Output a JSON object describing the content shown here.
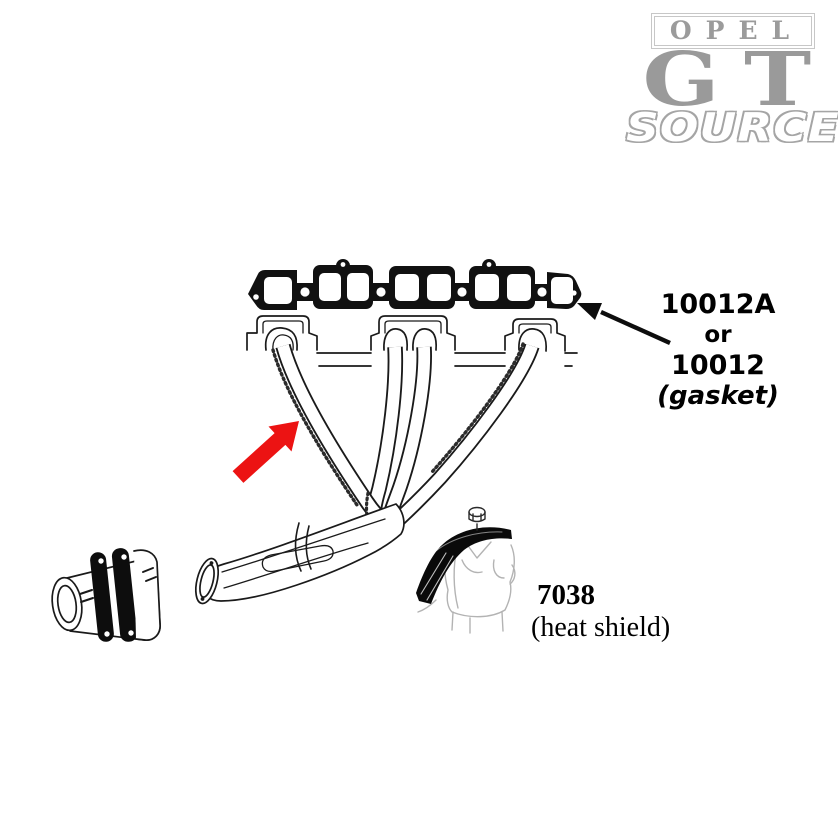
{
  "brand": {
    "line1": "OPEL",
    "line2": "GT",
    "line3": "SOURCE",
    "color": "#9b9b9b"
  },
  "callouts": {
    "gasket": {
      "part_number_a": "10012A",
      "conjunction": "or",
      "part_number_b": "10012",
      "label": "(gasket)"
    },
    "heat_shield": {
      "part_number": "7038",
      "label": "(heat shield)"
    }
  },
  "colors": {
    "arrow_red": "#ec1313",
    "ink_black": "#1a1a1a",
    "faint_gray": "#b3b3b3"
  },
  "icons": {
    "red_arrow": "points-to-exhaust-header",
    "black_arrow": "points-to-gasket"
  }
}
